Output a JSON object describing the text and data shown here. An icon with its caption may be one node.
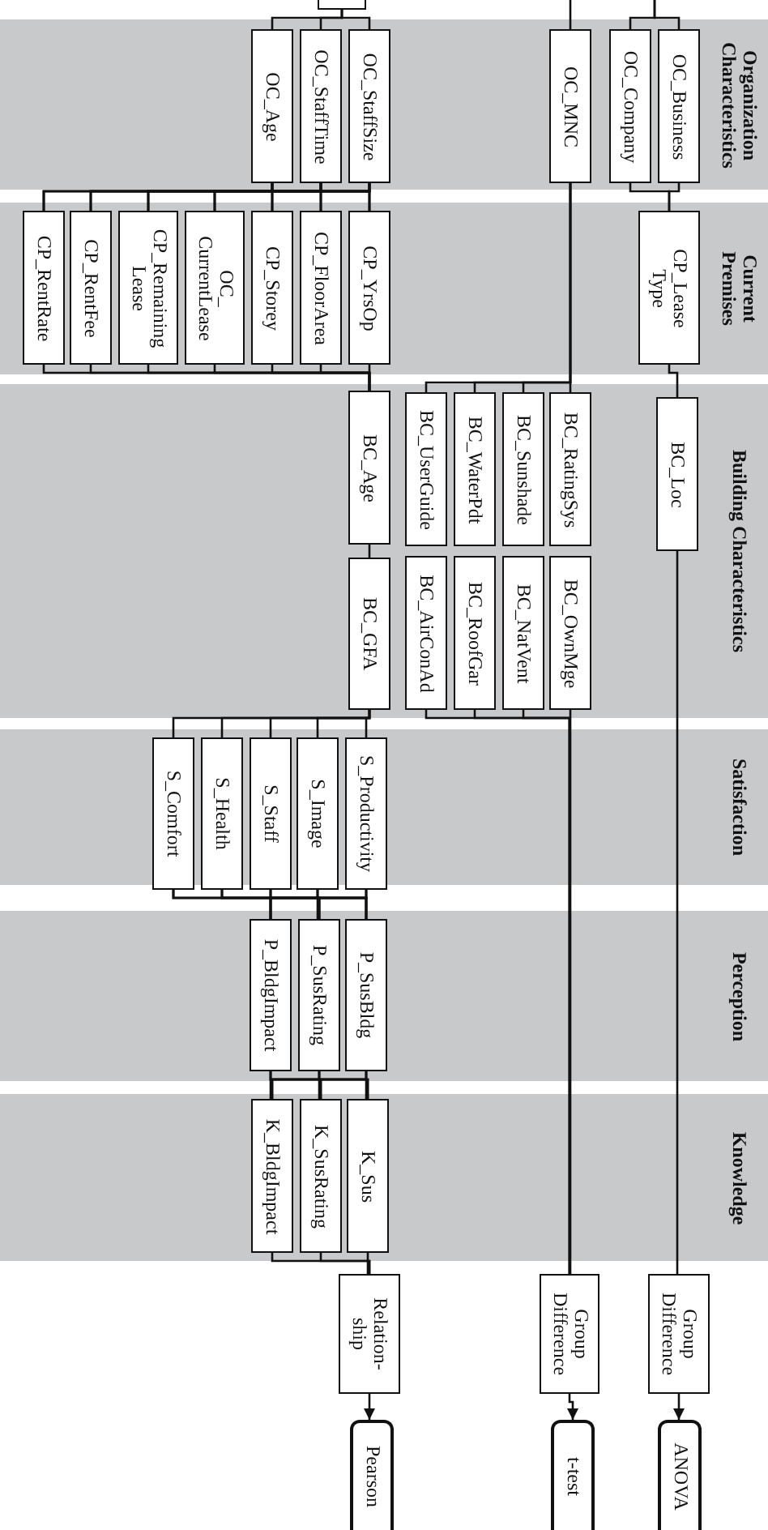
{
  "diagram": {
    "nodes": [
      {
        "text": [],
        "shape": "box"
      },
      {
        "text": [
          "Organization Characteristics"
        ]
      },
      {
        "text": [
          "OC_Age"
        ],
        "in": 1
      },
      {
        "text": [
          "OC_StaffTime"
        ],
        "in": 1
      },
      {
        "text": [
          "OC_StaffSize"
        ],
        "in": 1
      },
      {
        "text": [
          "OC_MNC"
        ],
        "in": 1
      },
      {
        "text": [
          "OC_Company"
        ],
        "in": 1
      },
      {
        "text": [
          "OC_Business"
        ],
        "in": 1
      },
      {
        "text": [
          "Current Premises"
        ]
      },
      {
        "text": [
          "CP_RentRate"
        ],
        "in": 8
      },
      {
        "text": [
          "CP_RentFee"
        ],
        "in": 8
      },
      {
        "text": [
          "CP_Remaining Lease"
        ],
        "in": 8
      },
      {
        "text": [
          "OC_ CurrentLease"
        ],
        "in": 8
      },
      {
        "text": [
          "CP_Storey"
        ],
        "in": 8
      },
      {
        "text": [
          "CP_FloorArea"
        ],
        "in": 8
      },
      {
        "text": [
          "CP_YrsOp"
        ],
        "in": 8
      },
      {
        "text": [
          "CP_Lease Type"
        ],
        "in": 8
      },
      {
        "text": [
          "Building Characteristics"
        ]
      },
      {
        "text": [
          "BC_Age"
        ],
        "in": 17
      },
      {
        "text": [
          "BC_UserGuide"
        ],
        "in": 17
      },
      {
        "text": [
          "BC_WaterPdt"
        ],
        "in": 17
      },
      {
        "text": [
          "BC_Sunshade"
        ],
        "in": 17
      },
      {
        "text": [
          "BC_RatingSys"
        ],
        "in": 17
      },
      {
        "text": [
          "BC_Loc"
        ],
        "in": 17
      },
      {
        "text": [
          "BC_GFA"
        ],
        "in": 17
      },
      {
        "text": [
          "BC_AirConAd"
        ],
        "in": 17
      },
      {
        "text": [
          "BC_RoofGar"
        ],
        "in": 17
      },
      {
        "text": [
          "BC_NatVent"
        ],
        "in": 17
      },
      {
        "text": [
          "BC_OwnMge"
        ],
        "in": 17
      },
      {
        "text": [
          "Satisfaction"
        ]
      },
      {
        "text": [
          "S_Comfort"
        ],
        "in": 29
      },
      {
        "text": [
          "S_Health"
        ],
        "in": 29
      },
      {
        "text": [
          "S_Staff"
        ],
        "in": 29
      },
      {
        "text": [
          "S_Image"
        ],
        "in": 29
      },
      {
        "text": [
          "S_Productivity"
        ],
        "in": 29
      },
      {
        "text": [
          "Perception"
        ]
      },
      {
        "text": [
          "P_BldgImpact"
        ],
        "in": 35
      },
      {
        "text": [
          "P_SusRating"
        ],
        "in": 35
      },
      {
        "text": [
          "P_SusBldg"
        ],
        "in": 35
      },
      {
        "text": [
          "Knowledge"
        ]
      },
      {
        "text": [
          "K_BldgImpact"
        ],
        "in": 39
      },
      {
        "text": [
          "K_SusRating"
        ],
        "in": 39
      },
      {
        "text": [
          "K_Sus"
        ],
        "in": 39
      },
      {
        "text": [
          "Relation- ship"
        ]
      },
      {
        "text": [
          "Group Difference"
        ]
      },
      {
        "text": [
          "Group Difference"
        ]
      },
      {
        "text": [
          "Pearson"
        ]
      },
      {
        "text": [
          "t-test"
        ]
      },
      {
        "text": [
          "ANOVA"
        ]
      }
    ],
    "edges": [
      {
        "from": null,
        "to": 5,
        "arrow": "none"
      },
      {
        "from": null,
        "to": 6,
        "arrow": "none"
      },
      {
        "from": null,
        "to": 7,
        "arrow": "none"
      },
      {
        "from": 0,
        "to": 2,
        "arrow": "none"
      },
      {
        "from": 0,
        "to": 3,
        "arrow": "none"
      },
      {
        "from": 0,
        "to": 4,
        "arrow": "none"
      },
      {
        "from": 2,
        "to": 9,
        "arrow": "none"
      },
      {
        "from": 2,
        "to": 10,
        "arrow": "none"
      },
      {
        "from": 2,
        "to": 11,
        "arrow": "none"
      },
      {
        "from": 2,
        "to": 12,
        "arrow": "none"
      },
      {
        "from": 2,
        "to": 13,
        "arrow": "none"
      },
      {
        "from": 2,
        "to": 14,
        "arrow": "none"
      },
      {
        "from": 2,
        "to": 15,
        "arrow": "none"
      },
      {
        "from": 3,
        "to": 9,
        "arrow": "none"
      },
      {
        "from": 3,
        "to": 10,
        "arrow": "none"
      },
      {
        "from": 3,
        "to": 11,
        "arrow": "none"
      },
      {
        "from": 3,
        "to": 12,
        "arrow": "none"
      },
      {
        "from": 3,
        "to": 13,
        "arrow": "none"
      },
      {
        "from": 3,
        "to": 14,
        "arrow": "none"
      },
      {
        "from": 3,
        "to": 15,
        "arrow": "none"
      },
      {
        "from": 4,
        "to": 9,
        "arrow": "none"
      },
      {
        "from": 4,
        "to": 10,
        "arrow": "none"
      },
      {
        "from": 4,
        "to": 11,
        "arrow": "none"
      },
      {
        "from": 4,
        "to": 12,
        "arrow": "none"
      },
      {
        "from": 4,
        "to": 13,
        "arrow": "none"
      },
      {
        "from": 4,
        "to": 14,
        "arrow": "none"
      },
      {
        "from": 4,
        "to": 15,
        "arrow": "none"
      },
      {
        "from": 9,
        "to": 18,
        "arrow": "none"
      },
      {
        "from": 10,
        "to": 18,
        "arrow": "none"
      },
      {
        "from": 11,
        "to": 18,
        "arrow": "none"
      },
      {
        "from": 12,
        "to": 18,
        "arrow": "none"
      },
      {
        "from": 13,
        "to": 18,
        "arrow": "none"
      },
      {
        "from": 14,
        "to": 18,
        "arrow": "none"
      },
      {
        "from": 15,
        "to": 18,
        "arrow": "none"
      },
      {
        "from": 18,
        "to": 24,
        "arrow": "none"
      },
      {
        "from": 5,
        "to": 19,
        "arrow": "none"
      },
      {
        "from": 5,
        "to": 20,
        "arrow": "none"
      },
      {
        "from": 5,
        "to": 21,
        "arrow": "none"
      },
      {
        "from": 5,
        "to": 22,
        "arrow": "none"
      },
      {
        "from": 25,
        "to": 44,
        "arrow": "none"
      },
      {
        "from": 26,
        "to": 44,
        "arrow": "none"
      },
      {
        "from": 27,
        "to": 44,
        "arrow": "none"
      },
      {
        "from": 28,
        "to": 44,
        "arrow": "none"
      },
      {
        "from": 6,
        "to": 16,
        "arrow": "none"
      },
      {
        "from": 7,
        "to": 16,
        "arrow": "none"
      },
      {
        "from": 16,
        "to": 23,
        "arrow": "none"
      },
      {
        "from": 23,
        "to": 45,
        "arrow": "none"
      },
      {
        "from": 24,
        "to": 30,
        "arrow": "none"
      },
      {
        "from": 24,
        "to": 31,
        "arrow": "none"
      },
      {
        "from": 24,
        "to": 32,
        "arrow": "none"
      },
      {
        "from": 24,
        "to": 33,
        "arrow": "none"
      },
      {
        "from": 24,
        "to": 34,
        "arrow": "none"
      },
      {
        "from": 30,
        "to": 36,
        "arrow": "none"
      },
      {
        "from": 30,
        "to": 37,
        "arrow": "none"
      },
      {
        "from": 30,
        "to": 38,
        "arrow": "none"
      },
      {
        "from": 31,
        "to": 36,
        "arrow": "none"
      },
      {
        "from": 31,
        "to": 37,
        "arrow": "none"
      },
      {
        "from": 31,
        "to": 38,
        "arrow": "none"
      },
      {
        "from": 32,
        "to": 36,
        "arrow": "none"
      },
      {
        "from": 32,
        "to": 37,
        "arrow": "none"
      },
      {
        "from": 32,
        "to": 38,
        "arrow": "none"
      },
      {
        "from": 33,
        "to": 36,
        "arrow": "none"
      },
      {
        "from": 33,
        "to": 37,
        "arrow": "none"
      },
      {
        "from": 33,
        "to": 38,
        "arrow": "none"
      },
      {
        "from": 34,
        "to": 36,
        "arrow": "none"
      },
      {
        "from": 34,
        "to": 37,
        "arrow": "none"
      },
      {
        "from": 34,
        "to": 38,
        "arrow": "none"
      },
      {
        "from": 36,
        "to": 40,
        "arrow": "none"
      },
      {
        "from": 36,
        "to": 41,
        "arrow": "none"
      },
      {
        "from": 36,
        "to": 42,
        "arrow": "none"
      },
      {
        "from": 37,
        "to": 40,
        "arrow": "none"
      },
      {
        "from": 37,
        "to": 41,
        "arrow": "none"
      },
      {
        "from": 37,
        "to": 42,
        "arrow": "none"
      },
      {
        "from": 38,
        "to": 40,
        "arrow": "none"
      },
      {
        "from": 38,
        "to": 41,
        "arrow": "none"
      },
      {
        "from": 38,
        "to": 42,
        "arrow": "none"
      },
      {
        "from": 40,
        "to": 43,
        "arrow": "none"
      },
      {
        "from": 41,
        "to": 43,
        "arrow": "none"
      },
      {
        "from": 42,
        "to": 43,
        "arrow": "none"
      },
      {
        "from": 43,
        "to": 46,
        "arrow": "to"
      },
      {
        "from": 44,
        "to": 47,
        "arrow": "to"
      },
      {
        "from": 45,
        "to": 48,
        "arrow": "to"
      }
    ]
  }
}
